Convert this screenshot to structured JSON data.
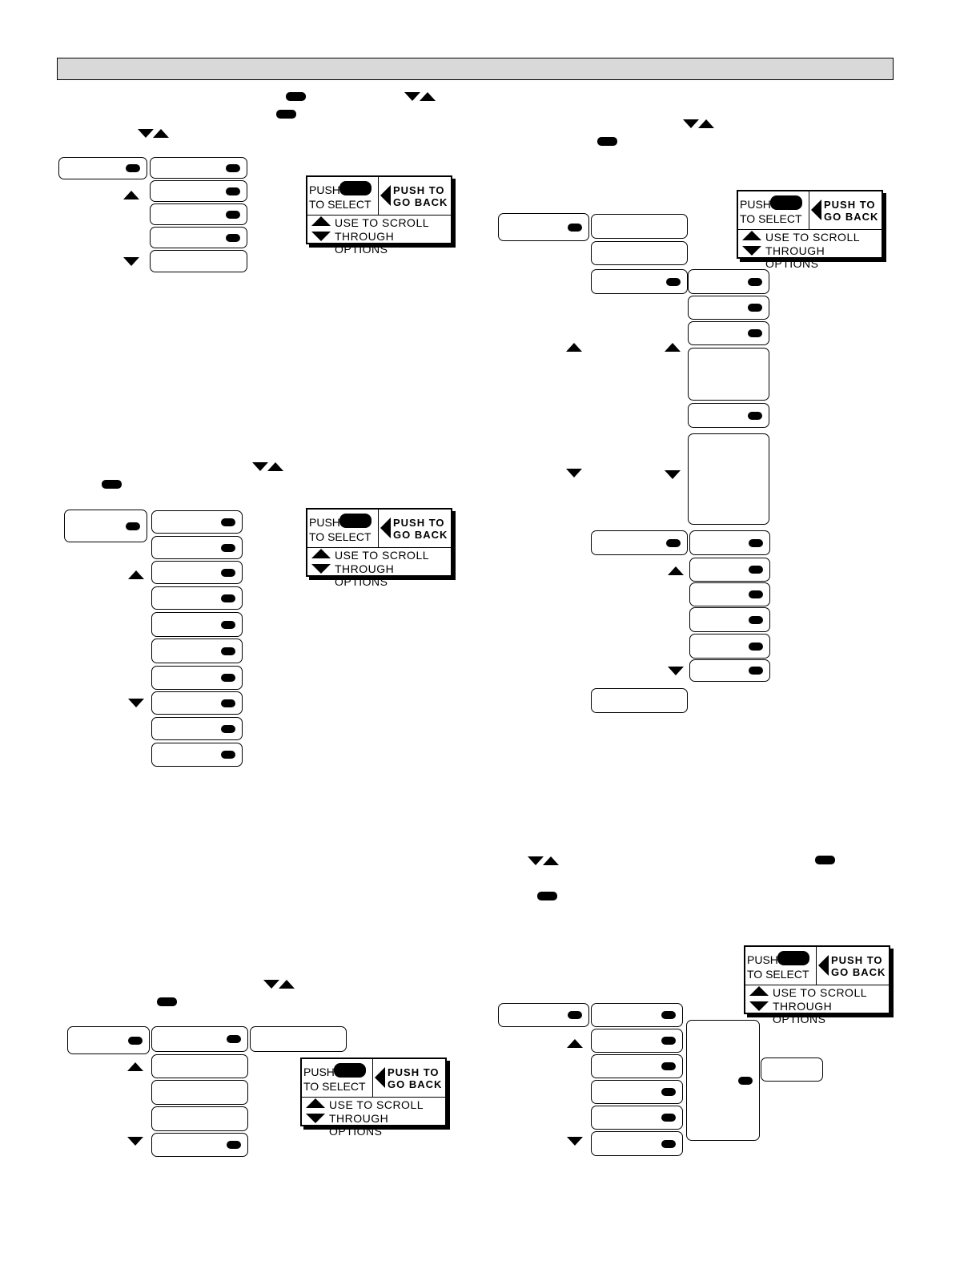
{
  "header": {
    "title": ""
  },
  "legend": {
    "push": "PUSH",
    "to_select": "TO SELECT",
    "push_to": "PUSH  TO",
    "go_back": "GO  BACK",
    "use_to_scroll": "USE TO SCROLL",
    "through_options": "THROUGH OPTIONS"
  },
  "icons": {
    "select_button": "select-button-icon",
    "scroll_arrows": "scroll-arrows-icon",
    "up_arrow": "up-arrow-icon",
    "down_arrow": "down-arrow-icon",
    "back_arrow": "back-arrow-icon"
  },
  "colors": {
    "header_band": "#d9d9d9",
    "ink": "#000000"
  }
}
